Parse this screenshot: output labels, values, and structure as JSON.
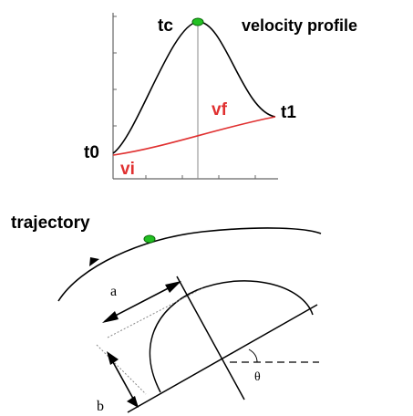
{
  "velocity_profile": {
    "title": "velocity profile",
    "labels": {
      "tc": "tc",
      "t0": "t0",
      "t1": "t1",
      "vf": "vf",
      "vi": "vi"
    }
  },
  "trajectory": {
    "title": "trajectory",
    "labels": {
      "a": "a",
      "b": "b",
      "theta": "θ"
    }
  },
  "colors": {
    "curve": "#000000",
    "velocity_line": "#e03030",
    "marker": "#22c022",
    "axis": "#666666",
    "guide": "#888888"
  }
}
